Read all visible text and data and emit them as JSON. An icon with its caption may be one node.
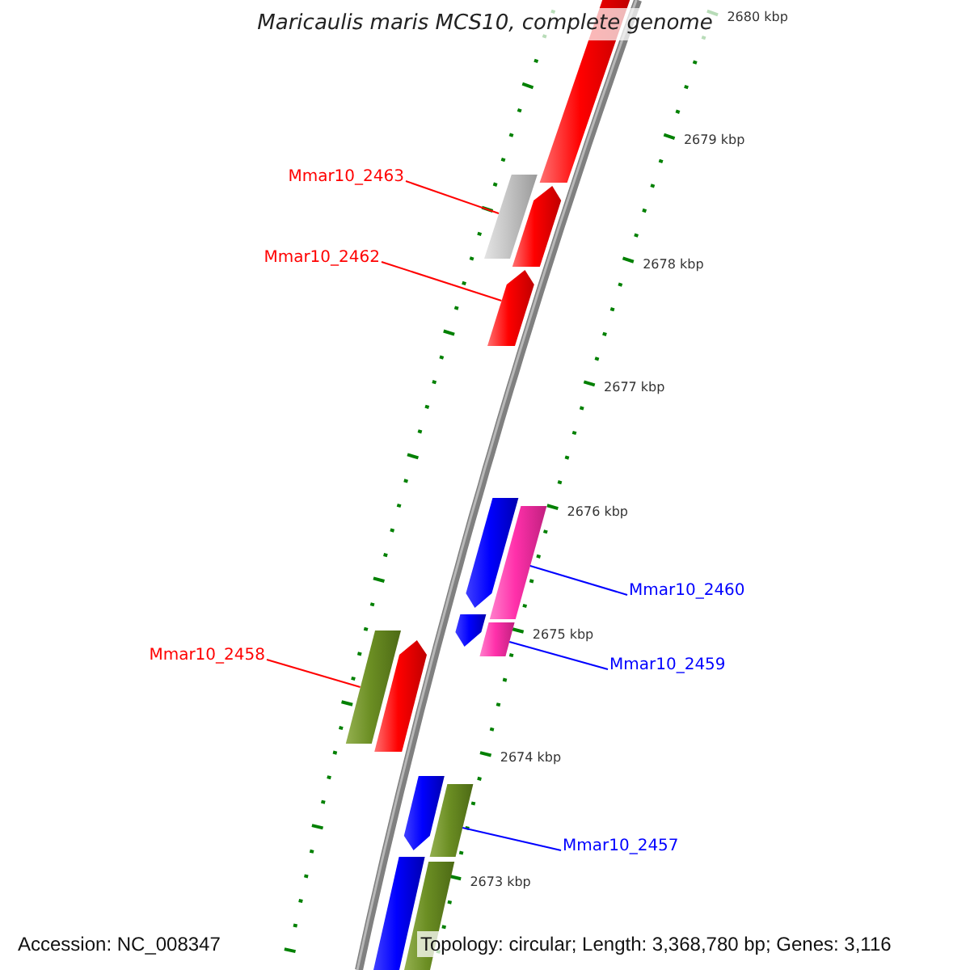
{
  "diagram": {
    "title": "Maricaulis maris MCS10, complete genome",
    "nodes": [
      {
        "text": [
          "Mmar10_2463"
        ]
      },
      {
        "text": [
          "Mmar10_2462"
        ]
      },
      {
        "text": [
          "Mmar10_2460"
        ]
      },
      {
        "text": [
          "Mmar10_2459"
        ]
      },
      {
        "text": [
          "Mmar10_2458"
        ]
      },
      {
        "text": [
          "Mmar10_2457"
        ]
      },
      {
        "text": [],
        "shape": "box"
      },
      {
        "text": [],
        "shape": "box"
      },
      {
        "text": [],
        "shape": "pentagon"
      },
      {
        "text": [],
        "shape": "pentagon"
      },
      {
        "text": [],
        "shape": "pentagon"
      },
      {
        "text": [],
        "shape": "box"
      },
      {
        "text": [],
        "shape": "pentagon"
      },
      {
        "text": [],
        "shape": "box"
      },
      {
        "text": [],
        "shape": "box"
      },
      {
        "text": [],
        "shape": "pentagon"
      },
      {
        "text": [],
        "shape": "pentagon"
      },
      {
        "text": [],
        "shape": "box"
      },
      {
        "text": [],
        "shape": "box"
      },
      {
        "text": [],
        "shape": "box"
      }
    ],
    "edges": [
      {
        "from": 0,
        "to": 7,
        "arrow": "none",
        "color": "#ff0000"
      },
      {
        "from": 1,
        "to": 9,
        "arrow": "none",
        "color": "#ff0000"
      },
      {
        "from": 2,
        "to": 11,
        "arrow": "none",
        "color": "#0000ff"
      },
      {
        "from": 3,
        "to": 13,
        "arrow": "none",
        "color": "#0000ff"
      },
      {
        "from": 4,
        "to": 14,
        "arrow": "none",
        "color": "#ff0000"
      },
      {
        "from": 5,
        "to": 17,
        "arrow": "none",
        "color": "#0000ff"
      }
    ],
    "labels": [
      "2680 kbp",
      "2679 kbp",
      "2678 kbp",
      "2677 kbp",
      "2676 kbp",
      "2675 kbp",
      "2674 kbp",
      "2673 kbp",
      "Accession: NC_008347",
      "Topology: circular; Length: 3,368,780 bp; Genes: 3,116"
    ]
  }
}
